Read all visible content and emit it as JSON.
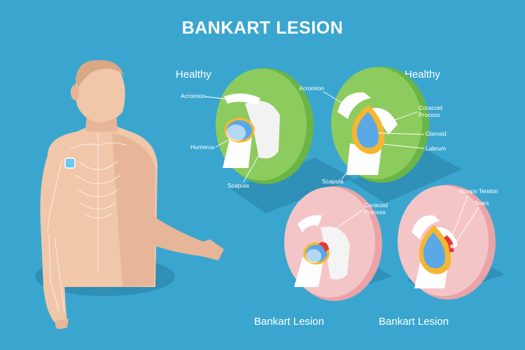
{
  "title": "BANKART LESION",
  "panels": {
    "healthy_side": {
      "heading": "Healthy",
      "labels": {
        "acromion": "Acromion",
        "humerus": "Humerus",
        "scapula": "Scapula"
      }
    },
    "healthy_front": {
      "heading": "Healthy",
      "labels": {
        "acromion": "Acromion",
        "coracoid_1": "Coracoid",
        "coracoid_2": "Process",
        "glenoid": "Glenoid",
        "labrum": "Labrum",
        "scapula": "Scapula"
      }
    },
    "lesion_side": {
      "heading": "Bankart Lesion",
      "labels": {
        "coracoid_1": "Coracoid",
        "coracoid_2": "Process"
      }
    },
    "lesion_front": {
      "heading": "Bankart Lesion",
      "labels": {
        "biceps_tendon": "Biceps Tendon",
        "tears": "Tears"
      }
    }
  },
  "colors": {
    "background": "#3aa6cf",
    "healthy_disc": "#8ccc5e",
    "lesion_disc": "#f4c5c7",
    "bone": "#ffffff",
    "glenoid": "#5aa9e6",
    "labrum": "#f5b731",
    "tear": "#e53935",
    "skin": "#f1c7a9"
  }
}
